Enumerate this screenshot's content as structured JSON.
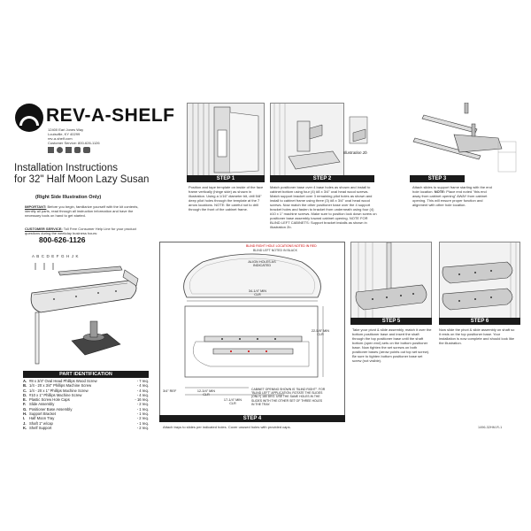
{
  "brand": {
    "name": "REV-A-SHELF",
    "address_lines": [
      "12400 Earl Jones Way",
      "Louisville, KY 40299",
      "rev-a-shelf.com",
      "Customer Service: 800-626-1126"
    ],
    "social_icons": [
      "facebook-icon",
      "pinterest-icon",
      "twitter-icon",
      "instagram-icon",
      "youtube-icon"
    ]
  },
  "title": {
    "line1": "Installation Instructions",
    "line2": "for 32\" Half Moon Lazy Susan"
  },
  "illustration_note": "(Right Side Illustration Only)",
  "important": {
    "label": "IMPORTANT:",
    "text": "Before you begin, familiarize yourself with the kit contents, identify all parts, read through all instruction information and have the necessary tools on hand to get started."
  },
  "customer_service": {
    "label": "CUSTOMER SERVICE:",
    "text": "Toll Free Consumer Help Line for your product questions during the weekday business hours:",
    "phone": "800-626-1126"
  },
  "parts": {
    "letters": "A  B  C  D  E  F  G  H  J  K",
    "heading": "PART IDENTIFICATION",
    "items": [
      {
        "key": "A.",
        "name": "#8 x 3/4\" Oval Head Phillips Wood Screw",
        "qty": "- 7 req."
      },
      {
        "key": "B.",
        "name": "1/4 - 20 x 3/4\" Phillips Machine Screw",
        "qty": "- 4 req."
      },
      {
        "key": "C.",
        "name": "1/4 - 20 x 1\" Phillips Machine Screw",
        "qty": "- 4 req."
      },
      {
        "key": "D.",
        "name": "#10 x 1\" Phillips Machine Screw",
        "qty": "- 4 req."
      },
      {
        "key": "E.",
        "name": "Plastic Screw Hole Caps",
        "qty": "- 16 req."
      },
      {
        "key": "F.",
        "name": "Slide Assembly",
        "qty": "- 2 req."
      },
      {
        "key": "G.",
        "name": "Positioner Base Assembly",
        "qty": "- 1 req."
      },
      {
        "key": "H.",
        "name": "Support Bracket",
        "qty": "- 1 req."
      },
      {
        "key": "I.",
        "name": "Half Moon Tray",
        "qty": "- 2 req."
      },
      {
        "key": "J.",
        "name": "Shaft 1\" w/cap",
        "qty": "- 1 req."
      },
      {
        "key": "K.",
        "name": "Shelf Support",
        "qty": "- 2 req."
      }
    ]
  },
  "steps": {
    "step1": {
      "label": "STEP 1",
      "text": "Position and tape template on inside of the face frame vertically (hinge side) as shown in illustration. Using a 1/16\" diameter bit, drill 5/8\" deep pilot holes through the template at the 7 arrow locations. NOTE: Be careful not to drill through the front of the cabinet frame."
    },
    "step2": {
      "label": "STEP 2",
      "callout": "Illustration 2b",
      "text": "Match positioner base over 4 base holes as shown and install to cabinet bottom using four (4) #8 x 3/4\" oval head wood screws. Match support bracket over 3 remaining pilot holes as shown and install to cabinet frame using three (3) #8 x 3/4\" oval head wood screws. Now match the other positioner base over the 4 support bracket holes and fasten to bracket from underneath using four (4) #10 x 1\" machine screws. Make sure to position lock down screw on positioner base assembly toward cabinet opening. NOTE FOR BLIND LEFT CABINETS: Support bracket installs as shown in illustration 2b."
    },
    "step3": {
      "label": "STEP 3",
      "text": "Attach slides to support frame starting with the end hole location.",
      "note_label": "NOTE:",
      "note": "Place end noted \"this end away from cabinet opening\" AWAY from cabinet opening. This will ensure proper function and alignment with other hole location."
    },
    "step4": {
      "label": "STEP 4",
      "caption": "Attach trays to slides per indicated holes. Cover unused holes with provided caps.",
      "red_note_1": "BLIND RIGHT HOLE LOCATIONS NOTED IN RED",
      "red_note_2": "BLIND LEFT NOTED IN BLACK",
      "align": "ALIGN HOLES AS INDICATED",
      "dim1": "34-1/4\" MIN CLR",
      "dim2": "22-5/8\" MIN CLR",
      "dim3": "3/4\" REF",
      "dim4": "12-3/4\" MIN CLR",
      "dim5": "17-1/4\" MIN CLR",
      "cabinet_note": "CABINET OPENING SHOWN IS \"BLIND RIGHT\". FOR \"BLIND LEFT\" APPLICATION, ROTATE THE SLIDES (ONLY) 180 DEG. USE THE SAME HOLES IN THE SLIDES WITH THE OTHER SET OF THREE HOLES IN THE TRAY."
    },
    "step5": {
      "label": "STEP 5",
      "text": "Take your pivot & slide assembly, match it over the bottom positioner base and insert the shaft through the top positioner base until the shaft bottom (open end) sets on the bottom positioner base. Now tighten the set screws on both positioner bases (arrow points out top set screw). Be sure to tighten bottom positioner base set screw (not visible)."
    },
    "step6": {
      "label": "STEP 6",
      "text": "Now slide the pivot & slide assembly on shaft so it rests on the top positioner base. Your installation is now complete and should look like the illustration."
    }
  },
  "doc_code": "1496-32HM-R-1"
}
